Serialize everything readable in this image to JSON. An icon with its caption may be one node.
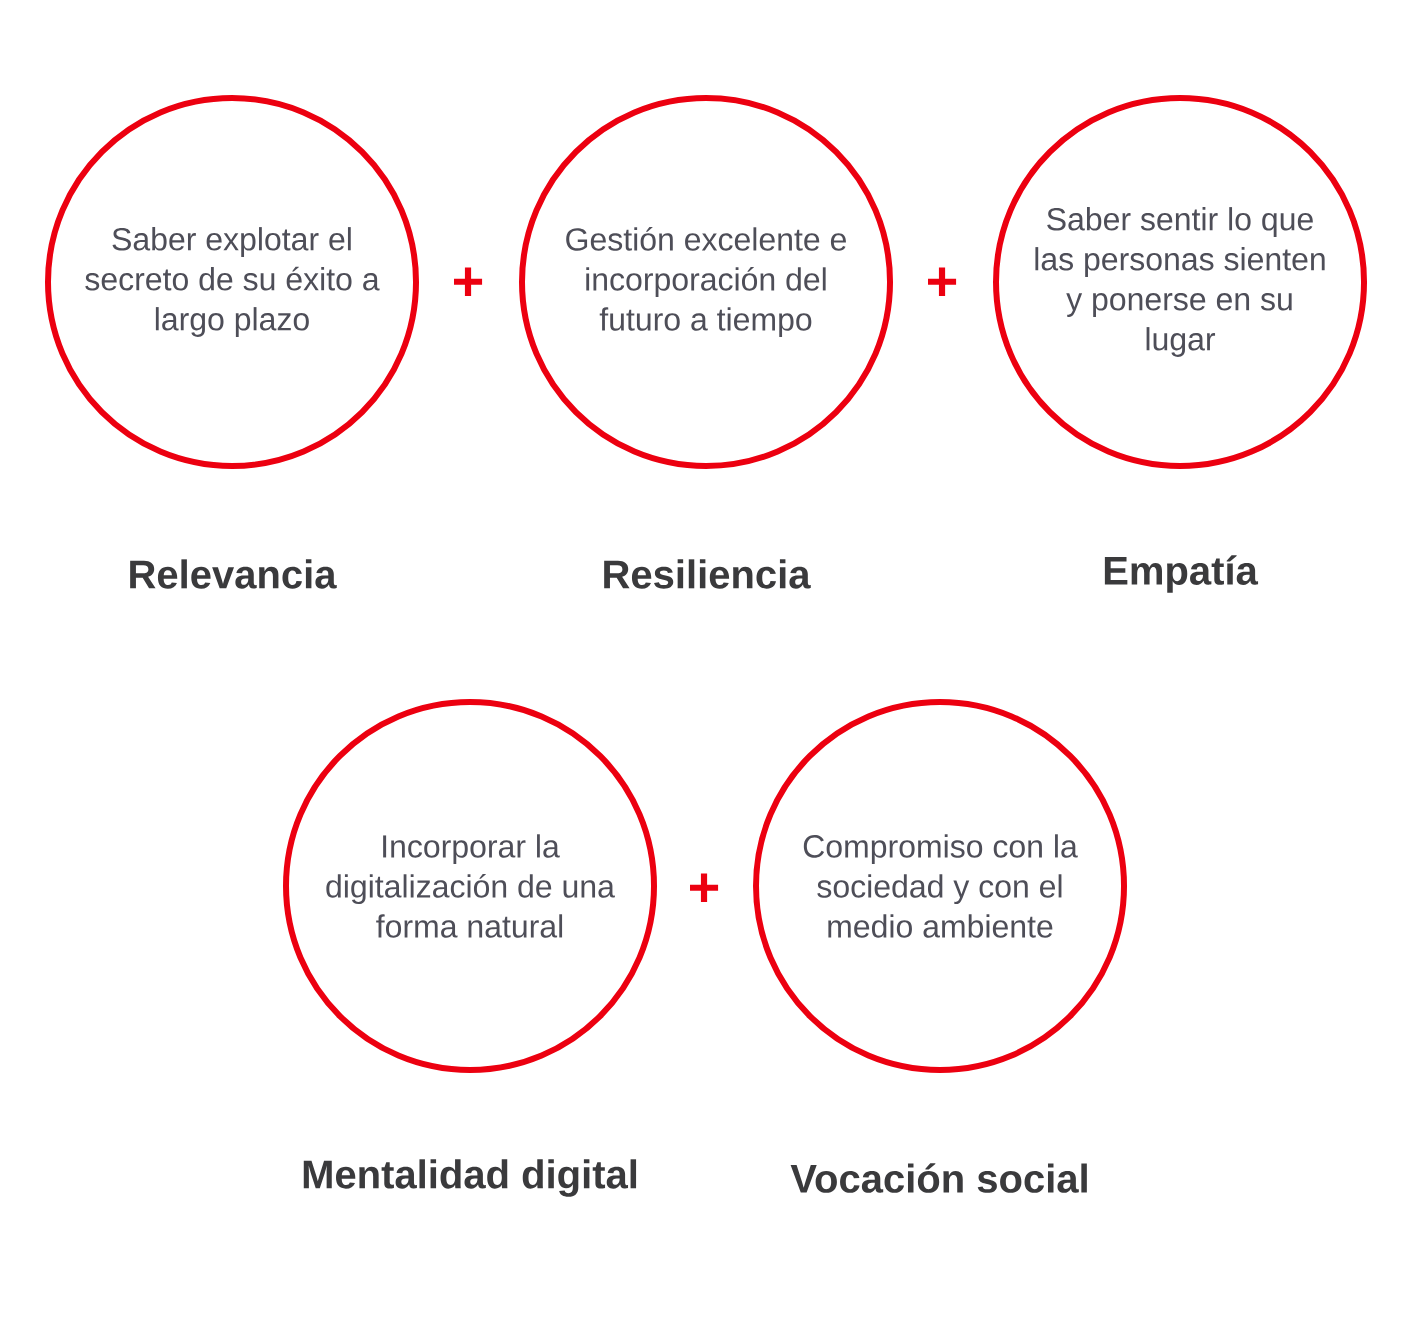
{
  "diagram": {
    "nodes": [
      {
        "text": [
          "Saber explotar el secreto de su éxito a largo plazo"
        ],
        "beside": [
          "Relevancia"
        ]
      },
      {
        "text": [
          "Gestión excelente e incorporación del futuro a tiempo"
        ],
        "beside": [
          "Resiliencia"
        ]
      },
      {
        "text": [
          "Saber sentir lo que las personas sienten y ponerse en su lugar"
        ],
        "beside": [
          "Empatía"
        ]
      },
      {
        "text": [
          "Incorporar la digitalización de una forma natural"
        ],
        "beside": [
          "Mentalidad digital"
        ]
      },
      {
        "text": [
          "Compromiso con la sociedad y con el medio ambiente"
        ],
        "beside": [
          "Vocación social"
        ]
      }
    ],
    "labels": [
      "+",
      "+",
      "+"
    ]
  }
}
